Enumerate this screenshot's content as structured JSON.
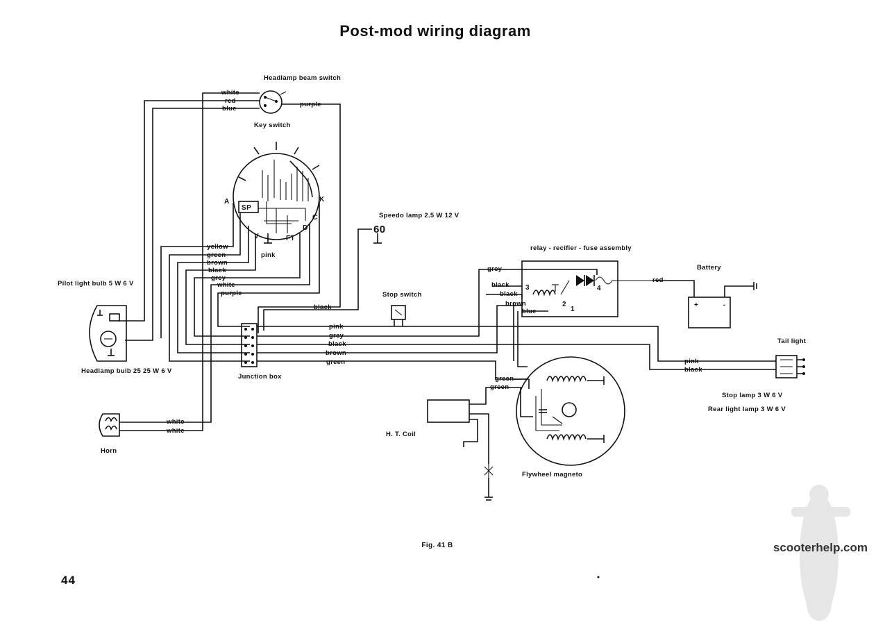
{
  "title": "Post-mod  wiring diagram",
  "page_number": "44",
  "figure_caption": "Fig.  41 B",
  "watermark": "scooterhelp.com",
  "components": {
    "headlamp_beam_switch": "Headlamp beam switch",
    "key_switch": "Key switch",
    "speedo_lamp": "Speedo lamp 2.5 W 12 V",
    "speedo_lamp_mark": "60",
    "relay_assembly": "relay - recifier - fuse assembly",
    "battery": "Battery",
    "pilot_light": "Pilot light bulb 5 W 6 V",
    "stop_switch": "Stop switch",
    "tail_light": "Tail light",
    "headlamp_bulb": "Headlamp bulb 25 25 W 6 V",
    "junction_box": "Junction box",
    "stop_lamp": "Stop lamp 3 W 6 V",
    "rear_light": "Rear light lamp 3 W 6 V",
    "ht_coil": "H. T. Coil",
    "horn": "Horn",
    "flywheel_magneto": "Flywheel magneto"
  },
  "key_switch_terminals": {
    "a": "A",
    "sp": "SP",
    "v": "V",
    "ft": "FT",
    "d": "D",
    "c": "C",
    "k": "K",
    "pink": "pink"
  },
  "relay_terminals": {
    "t1": "1",
    "t2": "2",
    "t3": "3",
    "t4": "4"
  },
  "battery_terminals": {
    "plus": "+",
    "minus": "-"
  },
  "wire_labels": {
    "beam_white": "white",
    "beam_red": "red",
    "beam_blue": "blue",
    "beam_purple": "purple",
    "ks_yellow": "yellow",
    "ks_green": "green",
    "ks_brown": "brown",
    "ks_black": "black",
    "ks_grey": "grey",
    "ks_white": "white",
    "ks_purple": "purple",
    "speedo_black": "black",
    "jb_pink": "pink",
    "jb_grey": "grey",
    "jb_black": "black",
    "jb_brown": "brown",
    "jb_green": "green",
    "relay_grey": "grey",
    "relay_black1": "black",
    "relay_black2": "black",
    "relay_brown": "brown",
    "relay_blue": "blue",
    "battery_red": "red",
    "tail_pink": "pink",
    "tail_black": "black",
    "mag_green1": "green",
    "mag_green2": "green",
    "horn_white1": "white",
    "horn_white2": "white"
  }
}
